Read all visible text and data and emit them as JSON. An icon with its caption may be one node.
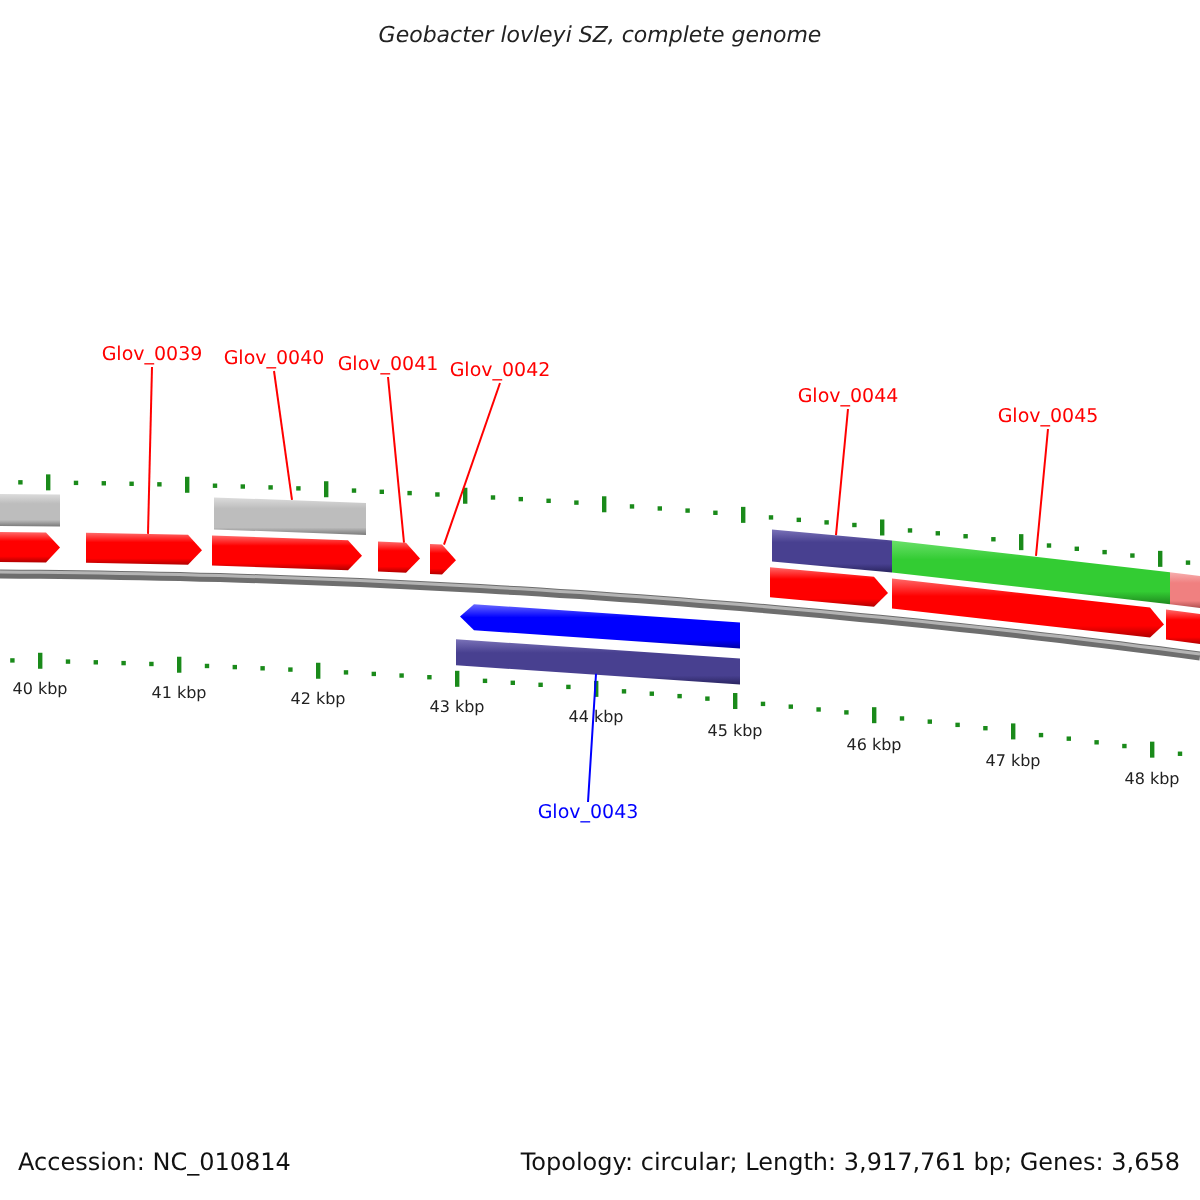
{
  "diagram": {
    "title": "Geobacter lovleyi SZ, complete genome",
    "nodes": [
      {
        "text": [
          "Glov_0039"
        ]
      },
      {
        "text": [
          "Glov_0040"
        ]
      },
      {
        "text": [
          "Glov_0041"
        ]
      },
      {
        "text": [
          "Glov_0042"
        ]
      },
      {
        "text": [
          "Glov_0044"
        ]
      },
      {
        "text": [
          "Glov_0045"
        ]
      },
      {
        "text": [
          "Glov_0043"
        ]
      },
      {
        "text": [],
        "shape": "bar"
      },
      {
        "text": [],
        "shape": "bar"
      },
      {
        "text": [],
        "shape": "bar"
      },
      {
        "text": [],
        "shape": "bar"
      },
      {
        "text": [],
        "shape": "bar"
      },
      {
        "text": [],
        "shape": "bar"
      },
      {
        "text": [],
        "shape": "bar"
      },
      {
        "text": [],
        "shape": "bar"
      },
      {
        "text": [],
        "shape": "bar"
      },
      {
        "text": [],
        "shape": "bar"
      },
      {
        "text": [],
        "shape": "bar"
      },
      {
        "text": [],
        "shape": "bar"
      },
      {
        "text": [],
        "shape": "bar"
      },
      {
        "text": [],
        "shape": "bar"
      },
      {
        "text": [],
        "shape": "bar"
      }
    ],
    "edges": [
      {
        "from": 0,
        "to": 13,
        "arrow": "none"
      },
      {
        "from": 1,
        "to": 8,
        "arrow": "none"
      },
      {
        "from": 2,
        "to": 15,
        "arrow": "none"
      },
      {
        "from": 3,
        "to": 16,
        "arrow": "none"
      },
      {
        "from": 4,
        "to": 9,
        "arrow": "none"
      },
      {
        "from": 5,
        "to": 10,
        "arrow": "none"
      },
      {
        "from": 6,
        "to": 21,
        "arrow": "none",
        "color": "#0000ff"
      }
    ],
    "labels": [
      "40 kbp",
      "41 kbp",
      "42 kbp",
      "43 kbp",
      "44 kbp",
      "45 kbp",
      "46 kbp",
      "47 kbp",
      "48 kbp",
      "Accession: NC_010814",
      "Topology: circular; Length: 3,917,761 bp; Genes: 3,658"
    ]
  }
}
